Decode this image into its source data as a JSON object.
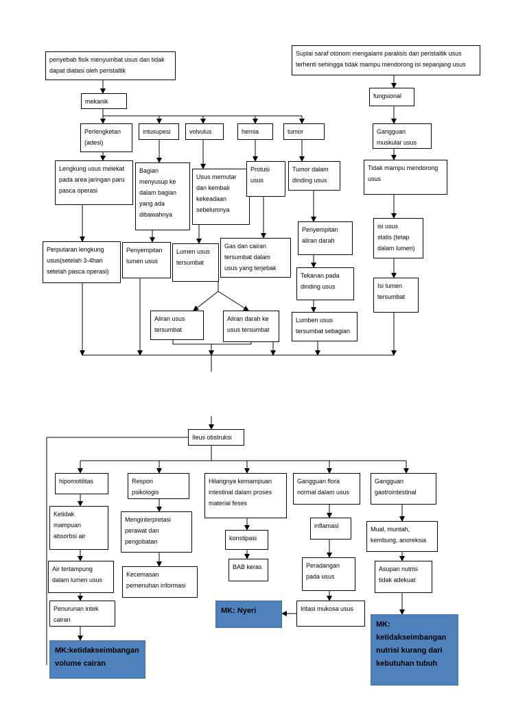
{
  "colors": {
    "line": "#000000",
    "mk_fill": "#4f81bd",
    "mk_border": "#41719c",
    "mk_text": "#000000",
    "box_fill": "#ffffff"
  },
  "boxes": {
    "b1": "penyebab fisik menyumbat usus dan tidak\ndapat diatasi oleh peristaltik",
    "b2": "Suplai saraf otonom mengalami paralisis dan peristaltik usus\nterhenti sehingga tidak mampu mendorong isi sepanjang usus",
    "b3": "mekanik",
    "b4": "fungsional",
    "b5": "Perlengketan\n(adesi)",
    "b6": "intusupesi",
    "b7": "volvulus",
    "b8": "hernia",
    "b9": "tumor",
    "b10": "Gangguan\nmuskular usus",
    "b11": "Lengkung usus melekat\npada area jaringan paru\npasca operasi",
    "b12": "Bagian\nmenyusup ke\ndalam bagian\nyang ada\ndibawahnya",
    "b13": "Usus memutar\ndan kembali\nkekeadaan\nsebelumnya",
    "b14": "Protusi\nusus",
    "b15": "Tumor dalam\ndinding usus",
    "b16": "Tidak mampu mendorong\nusus",
    "b17": "isi usus\nstatis (tetap\ndalam lumen)",
    "b18": "Penyempitan\naliran darah",
    "b19": "Perputaran lengkung\nusus(setelah 3-4hari\nsetelah pasca operasi)",
    "b20": "Penyempitan\nlumen usus",
    "b21": "Lumen usus\ntersumbat",
    "b22": "Gas dan cairan\ntersumbat dalam\nusus yang terjebak",
    "b23": "Tekanan pada\ndinding usus",
    "b24": "Isi lumen\ntersumbat",
    "b25": "Aliran usus\ntersumbat",
    "b26": "Aliran darah ke\nusus tersumbat",
    "b27": "Lumben usus\ntersumbat sebagian",
    "b28": "Ileus obstruksi",
    "b29": "hipomotilitas",
    "b30": "Respon\npsikologis",
    "b31": "Hilangnya kemampuan\nintestinal dalam proses\nmaterial feses",
    "b32": "Gangguan flora\nnormal dalam usus",
    "b33": "Gangguan\ngastrointestinal",
    "b34": "Ketidak\nmampuan\nabsorbsi air",
    "b35": "Menginterpretasi\nperawat dan\npengobatan",
    "b36": "konstipasi",
    "b37": "inflamasi",
    "b38": "Mual, muntah,\nkembung, anoreksia",
    "b39": "Air tertampung\ndalam lumen usus",
    "b40": "Kecemasan\npemenuhan informasi",
    "b41": "BAB keras",
    "b42": "Peradangan\npada usus",
    "b43": "Asupan nutrisi\ntidak adekuat",
    "b44": "Penurunan intek\ncairan",
    "b45": "Iritasi mukosa usus"
  },
  "mk": {
    "nyeri": "MK: Nyeri",
    "cairan": "MK:ketidakseimbangan\nvolume cairan",
    "nutrisi": "MK:\nketidakseimbangan\nnutrisi kurang dari\nkebutuhan tubuh"
  }
}
